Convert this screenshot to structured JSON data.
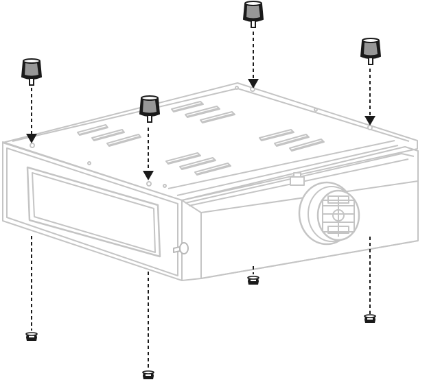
{
  "diagram": {
    "kind": "exploded-assembly",
    "colors": {
      "background": "#ffffff",
      "chassis_outline": "#c8c8c8",
      "chassis_detail": "#bdbdbd",
      "fastener_ink": "#1a1a1a",
      "guide_line": "#1a1a1a"
    },
    "parts": {
      "chassis": "enclosure",
      "top_feet": [
        "foot-back-left",
        "foot-front-left",
        "foot-back-center",
        "foot-right"
      ],
      "bottom_nuts": [
        "nut-front-left",
        "nut-front-center",
        "nut-rear-center",
        "nut-right"
      ]
    },
    "counts": {
      "feet": 4,
      "nuts": 4
    }
  }
}
